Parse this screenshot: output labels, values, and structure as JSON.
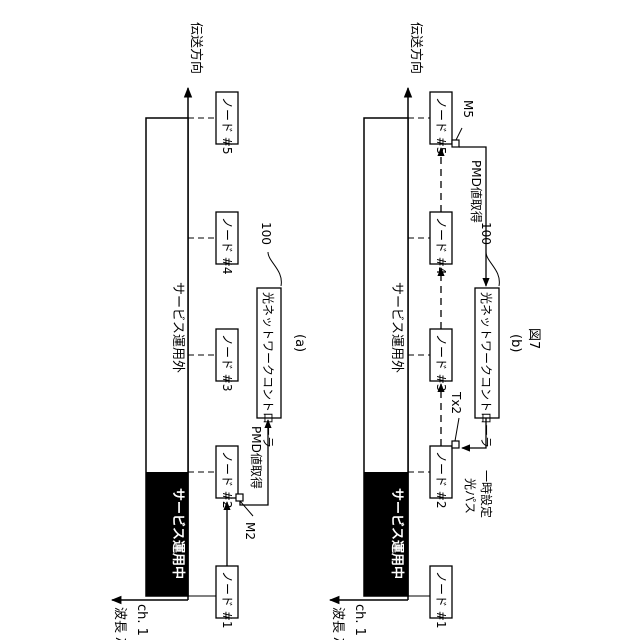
{
  "figure": {
    "label": "図7"
  },
  "panel_a": {
    "caption": "(a)",
    "axis_direction": "伝送方向",
    "axis_wavelength": "波長 λ",
    "channel": "ch. 1",
    "band_in_service": "サービス運用中",
    "band_out_of_service": "サービス運用外",
    "nodes": [
      "ノード #1",
      "ノード #2",
      "ノード #3",
      "ノード #4",
      "ノード #5"
    ],
    "controller": "光ネットワークコントローラ",
    "controller_ref": "100",
    "monitor_label": "M2",
    "pmd_label": "PMD値取得"
  },
  "panel_b": {
    "caption": "(b)",
    "axis_direction": "伝送方向",
    "axis_wavelength": "波長 λ",
    "channel": "ch. 1",
    "band_in_service": "サービス運用中",
    "band_out_of_service": "サービス運用外",
    "nodes": [
      "ノード #1",
      "ノード #2",
      "ノード #3",
      "ノード #4",
      "ノード #5"
    ],
    "controller": "光ネットワークコントローラ",
    "controller_ref": "100",
    "monitor_label": "M5",
    "tx_label": "Tx2",
    "pmd_label": "PMD値取得",
    "path_note_1": "光パス",
    "path_note_2": "一時設定"
  }
}
